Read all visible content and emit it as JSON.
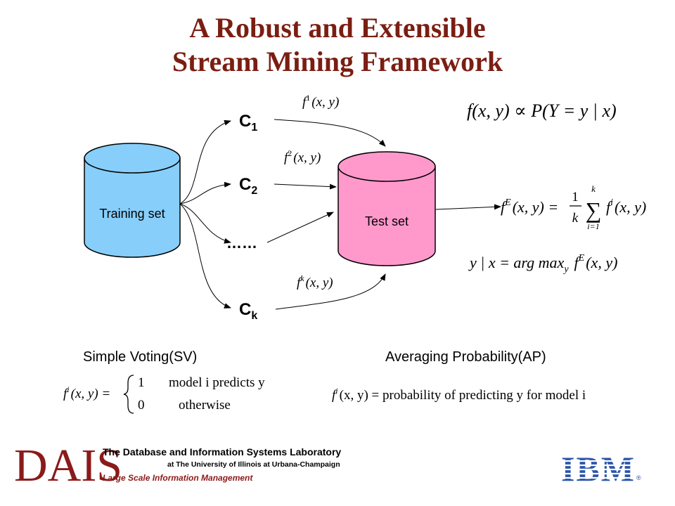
{
  "title": {
    "line1": "A Robust and Extensible",
    "line2": "Stream Mining Framework"
  },
  "diagram": {
    "training_set": "Training set",
    "test_set": "Test set",
    "classifiers": [
      {
        "base": "C",
        "sub": "1"
      },
      {
        "base": "C",
        "sub": "2"
      },
      {
        "base": "……",
        "sub": ""
      },
      {
        "base": "C",
        "sub": "k"
      }
    ],
    "edge_labels": [
      {
        "f": "f",
        "sup": "1",
        "args": "(x, y)"
      },
      {
        "f": "f",
        "sup": "2",
        "args": "(x, y)"
      },
      {
        "f": "f",
        "sup": "k",
        "args": "(x, y)"
      }
    ],
    "formulas": {
      "proportional": "f(x, y) ∝ P(Y = y | x)",
      "ensemble_lhs": "f",
      "ensemble_sup": "E",
      "ensemble_args": "(x, y) =",
      "frac_num": "1",
      "frac_den": "k",
      "sum_top": "k",
      "sum_bottom": "i=1",
      "sum_term": "f",
      "sum_term_sup": "i",
      "sum_term_args": "(x, y)",
      "argmax": "y | x = arg max",
      "argmax_sub": "y",
      "argmax_f": "f",
      "argmax_sup": "E",
      "argmax_args": "(x, y)"
    }
  },
  "captions": {
    "sv": "Simple Voting(SV)",
    "ap": "Averaging Probability(AP)"
  },
  "sv_formula": {
    "lhs_f": "f",
    "lhs_sup": "i",
    "lhs_args": "(x, y) =",
    "case1_val": "1",
    "case1_text": "model i predicts y",
    "case2_val": "0",
    "case2_text": "otherwise"
  },
  "ap_formula": {
    "f": "f",
    "sup": "i",
    "text": "(x, y) = probability of predicting y for model i"
  },
  "footer": {
    "logo_left": "DAIS",
    "lab_name": "The Database and Information Systems Laboratory",
    "lab_sub": "at The University of Illinois at Urbana-Champaign",
    "tagline": "Large Scale Information Management",
    "logo_right": "IBM",
    "colors": {
      "title": "#7B1E12",
      "training": "#87CEFA",
      "test": "#FF99CC",
      "ibm": "#2B55A8"
    }
  }
}
